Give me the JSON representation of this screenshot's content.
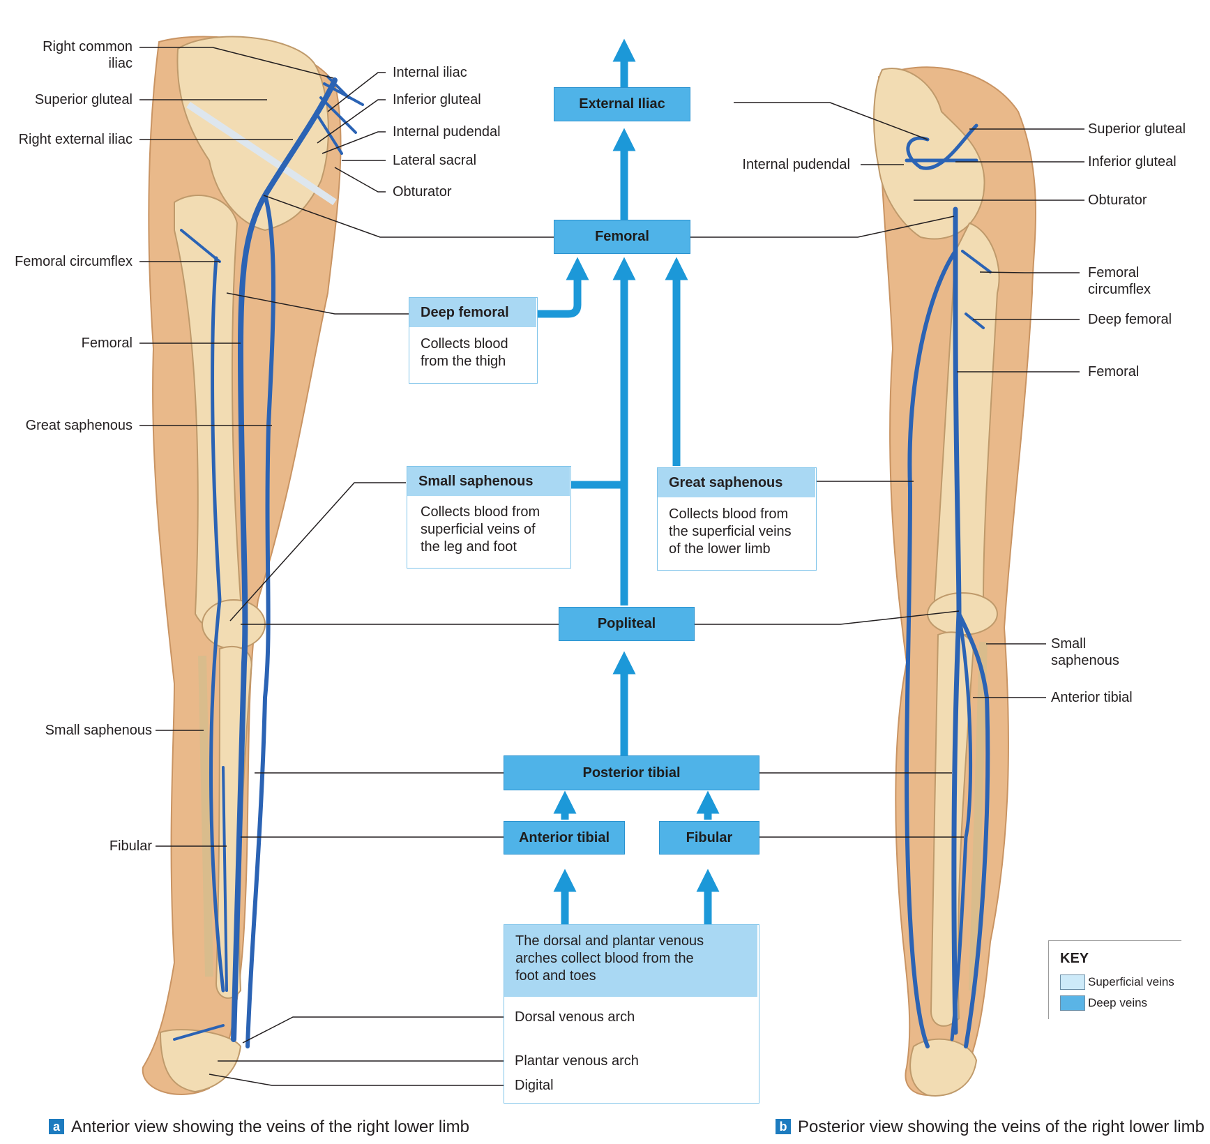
{
  "colors": {
    "flow_box": "#4fb3e8",
    "card_header": "#a9d8f3",
    "arrow": "#1c98d8",
    "superficial_swatch": "#cdeaf9",
    "deep_swatch": "#5ab4e6",
    "vein": "#2b63b4",
    "skin": "#e9b98a",
    "bone": "#f2dcb3"
  },
  "flow": {
    "external_iliac": "External Iliac",
    "femoral": "Femoral",
    "popliteal": "Popliteal",
    "posterior_tibial": "Posterior tibial",
    "anterior_tibial": "Anterior tibial",
    "fibular": "Fibular"
  },
  "cards": {
    "deep_femoral": {
      "title": "Deep femoral",
      "lines": [
        "Collects blood",
        "from the thigh"
      ]
    },
    "small_saphenous": {
      "title": "Small saphenous",
      "lines": [
        "Collects blood from",
        "superficial veins of",
        "the leg and foot"
      ]
    },
    "great_saphenous": {
      "title": "Great saphenous",
      "lines": [
        "Collects blood from",
        "the superficial veins",
        "of the lower limb"
      ]
    },
    "arches": {
      "lines": [
        "The dorsal and plantar venous",
        "arches collect blood from the",
        "foot and toes"
      ],
      "items": [
        "Dorsal venous arch",
        "Plantar venous arch",
        "Digital"
      ]
    }
  },
  "labels_left": {
    "right_common_iliac_1": "Right common",
    "right_common_iliac_2": "iliac",
    "superior_gluteal": "Superior gluteal",
    "right_external_iliac": "Right external iliac",
    "femoral_circumflex": "Femoral circumflex",
    "femoral": "Femoral",
    "great_saphenous": "Great saphenous",
    "small_saphenous": "Small saphenous",
    "fibular": "Fibular"
  },
  "labels_mid": {
    "internal_iliac": "Internal iliac",
    "inferior_gluteal": "Inferior gluteal",
    "internal_pudendal": "Internal pudendal",
    "lateral_sacral": "Lateral sacral",
    "obturator": "Obturator"
  },
  "labels_right": {
    "internal_pudendal": "Internal pudendal",
    "superior_gluteal": "Superior gluteal",
    "inferior_gluteal": "Inferior gluteal",
    "obturator": "Obturator",
    "femoral_circumflex_1": "Femoral",
    "femoral_circumflex_2": "circumflex",
    "deep_femoral": "Deep femoral",
    "femoral": "Femoral",
    "small_saphenous_1": "Small",
    "small_saphenous_2": "saphenous",
    "anterior_tibial": "Anterior tibial"
  },
  "key": {
    "title": "KEY",
    "superficial": "Superficial veins",
    "deep": "Deep veins"
  },
  "captions": {
    "a_tag": "a",
    "a_text": "Anterior view showing the veins of the right lower limb",
    "b_tag": "b",
    "b_text": "Posterior view showing the veins of the right lower limb"
  }
}
